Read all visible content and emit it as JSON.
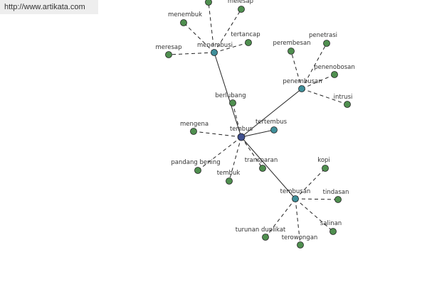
{
  "watermark": "http://www.artikata.com",
  "colors": {
    "center": "#3f4f8f",
    "hub": "#3f8f9a",
    "leaf": "#4f8f4f",
    "edge": "#222222"
  },
  "graph": {
    "center": {
      "id": "tembus",
      "label": "tembus"
    },
    "hubs": [
      {
        "id": "menembusi",
        "label": "menembusi"
      },
      {
        "id": "penembusan",
        "label": "penembusan"
      },
      {
        "id": "tembusan",
        "label": "tembusan"
      },
      {
        "id": "tertembus",
        "label": "tertembus"
      }
    ],
    "leaves": [
      {
        "id": "melesap",
        "label": "melesap",
        "hub": "menembusi"
      },
      {
        "id": "menembuk",
        "label": "menembuk",
        "hub": "menembusi"
      },
      {
        "id": "tertancap",
        "label": "tertancap",
        "hub": "menembusi"
      },
      {
        "id": "meresap",
        "label": "meresap",
        "hub": "menembusi"
      },
      {
        "id": "top-hidden",
        "label": "",
        "hub": "menembusi"
      },
      {
        "id": "perembesan",
        "label": "perembesan",
        "hub": "penembusan"
      },
      {
        "id": "penetrasi",
        "label": "penetrasi",
        "hub": "penembusan"
      },
      {
        "id": "penenobosan",
        "label": "penenobosan",
        "hub": "penembusan"
      },
      {
        "id": "intrusi",
        "label": "intrusi",
        "hub": "penembusan"
      },
      {
        "id": "berlubang",
        "label": "berlubang",
        "hub": "tembus"
      },
      {
        "id": "mengena",
        "label": "mengena",
        "hub": "tembus"
      },
      {
        "id": "pandang-bening",
        "label": "pandang bening",
        "hub": "tembus"
      },
      {
        "id": "tembuk",
        "label": "tembuk",
        "hub": "tembus"
      },
      {
        "id": "transparan",
        "label": "transparan",
        "hub": "tembus"
      },
      {
        "id": "kopi",
        "label": "kopi",
        "hub": "tembusan"
      },
      {
        "id": "tindasan",
        "label": "tindasan",
        "hub": "tembusan"
      },
      {
        "id": "salinan",
        "label": "salinan",
        "hub": "tembusan"
      },
      {
        "id": "terowongan",
        "label": "terowongan",
        "hub": "tembusan"
      },
      {
        "id": "turunan-duplikat",
        "label": "turunan duplikat",
        "hub": "tembusan"
      }
    ]
  }
}
